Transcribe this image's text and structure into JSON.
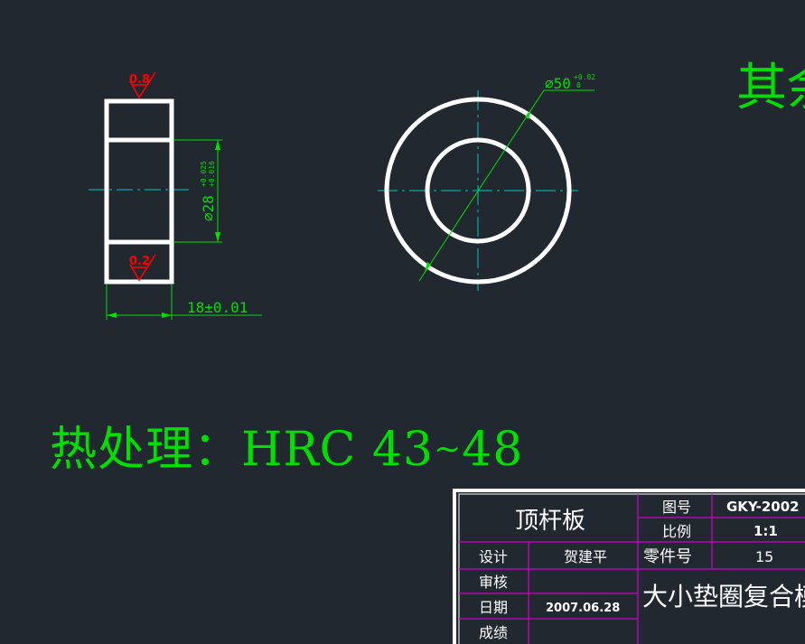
{
  "drawing": {
    "side_view": {
      "diameter_prefix": "⌀28",
      "diameter_tol_upper": "+0.025",
      "diameter_tol_lower": "+0.016",
      "width_dim": "18±0.01",
      "roughness_top": "0.8",
      "roughness_bottom": "0.2"
    },
    "front_view": {
      "diameter_prefix": "⌀50",
      "diameter_tol_upper": "+0.02",
      "diameter_tol_lower": "0"
    },
    "notes": {
      "heat_treatment": "热处理：HRC 43",
      "heat_treatment_tilde": "~",
      "heat_treatment_tail": "48",
      "partial_note": "其余"
    },
    "title_block": {
      "part_name": "顶杆板",
      "drawing_no_label": "图号",
      "drawing_no_value": "GKY-2002",
      "scale_label": "比例",
      "scale_value": "1:1",
      "designer_label": "设计",
      "designer_value": "贺建平",
      "part_no_label": "零件号",
      "part_no_value": "15",
      "reviewer_label": "审核",
      "date_label": "日期",
      "date_value": "2007.06.28",
      "grade_label": "成绩",
      "project_name": "大小垫圈复合模"
    }
  },
  "colors": {
    "background": "#212830",
    "outline": "#ffffff",
    "dimension": "#00e000",
    "centerline": "#00c8c8",
    "roughness": "#ff0000",
    "title_grid": "#d000d0"
  }
}
